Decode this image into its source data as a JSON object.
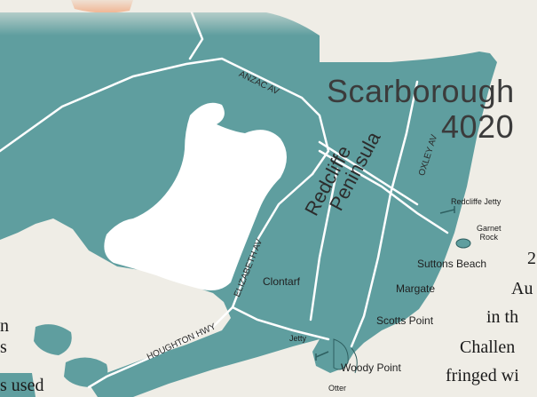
{
  "map": {
    "suburb": "Scarborough",
    "postcode": "4020",
    "peninsula_label": [
      "Redcliffe",
      "Peninsula"
    ],
    "colors": {
      "land": "#5f9e9f",
      "water": "#ffffff",
      "roads": "#ffffff",
      "paper": "#efede6",
      "header_tab": "#f26b25"
    },
    "roads": {
      "anzac": "ANZAC AV",
      "oxley": "OXLEY AV",
      "elizabeth": "ELIZABETH AV",
      "houghton": "HOUGHTON HWY"
    },
    "places": {
      "clontarf": "Clontarf",
      "redcliffe_jetty": "Redcliffe Jetty",
      "garnet_rock": [
        "Garnet",
        "Rock"
      ],
      "suttons_beach": "Suttons Beach",
      "margate": "Margate",
      "scotts_point": "Scotts Point",
      "jetty": "Jetty",
      "woody_point": "Woody Point",
      "otter": "Otter"
    }
  },
  "article_fragments": {
    "left": [
      "n",
      "s",
      "s used"
    ],
    "right": [
      "2",
      "Au",
      "in th",
      "Challen",
      "fringed wi"
    ]
  }
}
